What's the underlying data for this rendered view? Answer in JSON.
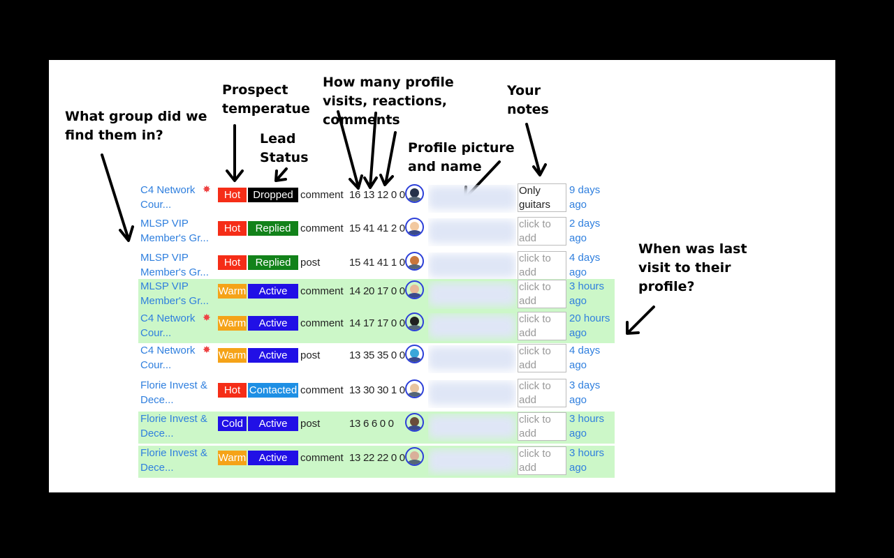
{
  "annotations": {
    "group": "What group did we\nfind them in?",
    "temperature": "Prospect\ntemperatue",
    "lead_status": "Lead\nStatus",
    "counts": "How many profile\nvisits, reactions,\ncomments",
    "profile": "Profile picture\nand name",
    "notes": "Your\nnotes",
    "last_visit": "When was last\nvisit to their\nprofile?"
  },
  "colors": {
    "hot": "#f52d17",
    "warm": "#f5a318",
    "cold": "#2110e6",
    "dropped": "#000000",
    "replied": "#12821a",
    "active": "#2110e6",
    "contacted": "#1e8fe4",
    "highlight": "#ccf7c8",
    "link": "#2f7fde"
  },
  "rows": [
    {
      "group_line1": "C4 Network",
      "group_line2": "Cour...",
      "icon": "explosion-icon",
      "temperature": "Hot",
      "temp_color": "#f52d17",
      "lead_status": "Dropped",
      "lead_color": "#000000",
      "type": "comment",
      "counts": "16 13 12 0 0",
      "avatar": "avatar-icon",
      "notes": "Only guitars",
      "last_visit_line1": "9 days",
      "last_visit_line2": "ago",
      "highlight": false
    },
    {
      "group_line1": "MLSP VIP",
      "group_line2": "Member's Gr...",
      "icon": "",
      "temperature": "Hot",
      "temp_color": "#f52d17",
      "lead_status": "Replied",
      "lead_color": "#12821a",
      "type": "comment",
      "counts": "15 41 41 2 0",
      "avatar": "avatar-icon",
      "notes": "click to add",
      "last_visit_line1": "2 days",
      "last_visit_line2": "ago",
      "highlight": false
    },
    {
      "group_line1": "MLSP VIP",
      "group_line2": "Member's Gr...",
      "icon": "",
      "temperature": "Hot",
      "temp_color": "#f52d17",
      "lead_status": "Replied",
      "lead_color": "#12821a",
      "type": "post",
      "counts": "15 41 41 1 0",
      "avatar": "avatar-icon",
      "notes": "click to add",
      "last_visit_line1": "4 days",
      "last_visit_line2": "ago",
      "highlight": false
    },
    {
      "group_line1": "MLSP VIP",
      "group_line2": "Member's Gr...",
      "icon": "",
      "temperature": "Warm",
      "temp_color": "#f5a318",
      "lead_status": "Active",
      "lead_color": "#2110e6",
      "type": "comment",
      "counts": "14 20 17 0 0",
      "avatar": "avatar-icon",
      "notes": "click to add",
      "last_visit_line1": "3 hours",
      "last_visit_line2": "ago",
      "highlight": true
    },
    {
      "group_line1": "C4 Network",
      "group_line2": "Cour...",
      "icon": "explosion-icon",
      "temperature": "Warm",
      "temp_color": "#f5a318",
      "lead_status": "Active",
      "lead_color": "#2110e6",
      "type": "comment",
      "counts": "14 17 17 0 0",
      "avatar": "avatar-icon",
      "notes": "click to add",
      "last_visit_line1": "20 hours",
      "last_visit_line2": "ago",
      "highlight": true
    },
    {
      "group_line1": "C4 Network",
      "group_line2": "Cour...",
      "icon": "explosion-icon",
      "temperature": "Warm",
      "temp_color": "#f5a318",
      "lead_status": "Active",
      "lead_color": "#2110e6",
      "type": "post",
      "counts": "13 35 35 0 0",
      "avatar": "avatar-icon",
      "notes": "click to add",
      "last_visit_line1": "4 days",
      "last_visit_line2": "ago",
      "highlight": false
    },
    {
      "group_line1": "Florie Invest &",
      "group_line2": "Dece...",
      "icon": "",
      "temperature": "Hot",
      "temp_color": "#f52d17",
      "lead_status": "Contacted",
      "lead_color": "#1e8fe4",
      "type": "comment",
      "counts": "13 30 30 1 0",
      "avatar": "avatar-icon",
      "notes": "click to add",
      "last_visit_line1": "3 days",
      "last_visit_line2": "ago",
      "highlight": false
    },
    {
      "group_line1": "Florie Invest &",
      "group_line2": "Dece...",
      "icon": "",
      "temperature": "Cold",
      "temp_color": "#2110e6",
      "lead_status": "Active",
      "lead_color": "#2110e6",
      "type": "post",
      "counts": "13 6  6  0 0",
      "avatar": "avatar-icon",
      "notes": "click to add",
      "last_visit_line1": "3 hours",
      "last_visit_line2": "ago",
      "highlight": true
    },
    {
      "group_line1": "Florie Invest &",
      "group_line2": "Dece...",
      "icon": "",
      "temperature": "Warm",
      "temp_color": "#f5a318",
      "lead_status": "Active",
      "lead_color": "#2110e6",
      "type": "comment",
      "counts": "13 22 22 0 0",
      "avatar": "avatar-icon",
      "notes": "click to add",
      "last_visit_line1": "3 hours",
      "last_visit_line2": "ago",
      "highlight": true
    }
  ]
}
